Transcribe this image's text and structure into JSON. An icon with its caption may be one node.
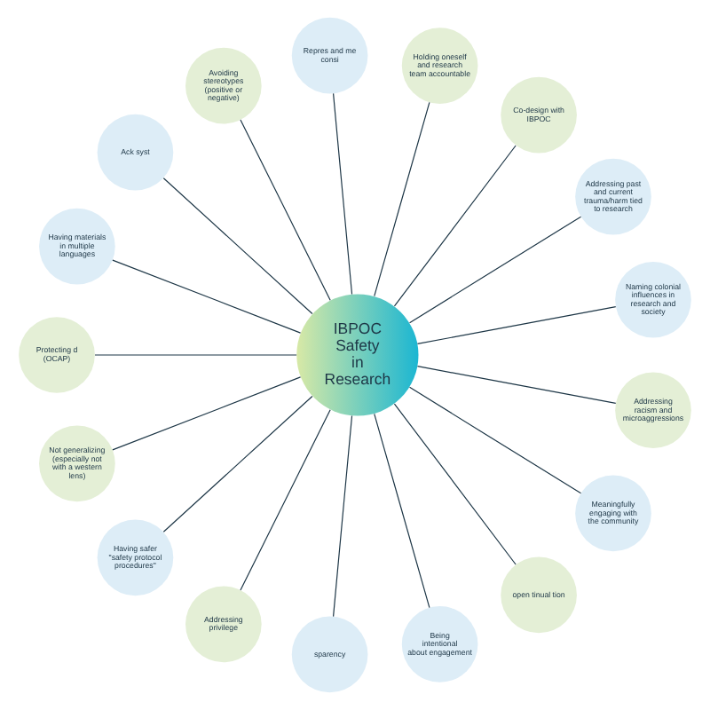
{
  "diagram": {
    "nodes": [
      {
        "text": [
          "IBPOC Safety in Research"
        ]
      },
      {
        "text": [
          "Naming colonial influences in research and society"
        ]
      },
      {
        "text": [
          "Addressing past and current trauma/harm tied to research"
        ]
      },
      {
        "text": [
          "Co-design with IBPOC"
        ]
      },
      {
        "text": [
          "Holding oneself and research team accountable"
        ]
      },
      {
        "text": [
          "Repres and me consi"
        ]
      },
      {
        "text": [
          "Avoiding stereotypes (positive or negative)"
        ]
      },
      {
        "text": [
          "Ack syst"
        ]
      },
      {
        "text": [
          "Having materials in multiple languages"
        ]
      },
      {
        "text": [
          "Protecting d (OCAP)"
        ]
      },
      {
        "text": [
          "Not generalizing (especially not with a western lens)"
        ]
      },
      {
        "text": [
          "Having safer \"safety protocol procedures\""
        ]
      },
      {
        "text": [
          "Addressing privilege"
        ]
      },
      {
        "text": [
          "sparency"
        ]
      },
      {
        "text": [
          "Being intentional about engagement"
        ]
      },
      {
        "text": [
          "open tinual tion"
        ]
      },
      {
        "text": [
          "Meaningfully engaging with the community"
        ]
      },
      {
        "text": [
          "Addressing racism and microaggressions"
        ]
      }
    ],
    "edges": [
      {
        "from": 0,
        "to": 1,
        "arrow": "none"
      },
      {
        "from": 0,
        "to": 2,
        "arrow": "none"
      },
      {
        "from": 0,
        "to": 3,
        "arrow": "none"
      },
      {
        "from": 0,
        "to": 4,
        "arrow": "none"
      },
      {
        "from": 0,
        "to": 5,
        "arrow": "none"
      },
      {
        "from": 0,
        "to": 6,
        "arrow": "none"
      },
      {
        "from": 0,
        "to": 7,
        "arrow": "none"
      },
      {
        "from": 0,
        "to": 8,
        "arrow": "none"
      },
      {
        "from": 0,
        "to": 9,
        "arrow": "none"
      },
      {
        "from": 0,
        "to": 10,
        "arrow": "none"
      },
      {
        "from": 0,
        "to": 11,
        "arrow": "none"
      },
      {
        "from": 0,
        "to": 12,
        "arrow": "none"
      },
      {
        "from": 0,
        "to": 13,
        "arrow": "none"
      },
      {
        "from": 0,
        "to": 14,
        "arrow": "none"
      },
      {
        "from": 0,
        "to": 15,
        "arrow": "none"
      },
      {
        "from": 0,
        "to": 16,
        "arrow": "none"
      },
      {
        "from": 0,
        "to": 17,
        "arrow": "none"
      }
    ]
  }
}
